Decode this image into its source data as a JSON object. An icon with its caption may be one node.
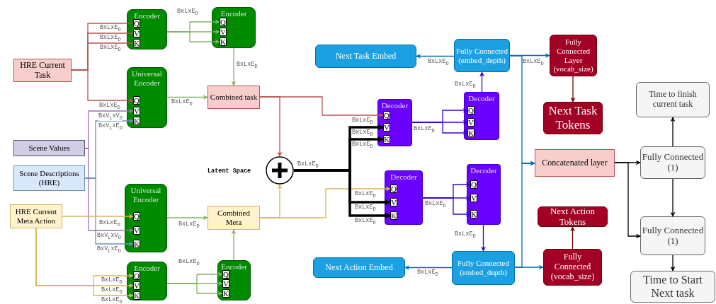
{
  "diagram": {
    "nodes": [
      {
        "text": [
          "HRE Current Task"
        ]
      },
      {
        "text": [
          "Encoder"
        ]
      },
      {
        "text": [
          "Q"
        ],
        "in": 1
      },
      {
        "text": [
          "V"
        ],
        "in": 1
      },
      {
        "text": [
          "K"
        ],
        "in": 1
      },
      {
        "text": [
          "Encoder"
        ]
      },
      {
        "text": [
          "Q"
        ],
        "in": 5
      },
      {
        "text": [
          "V"
        ],
        "in": 5
      },
      {
        "text": [
          "K"
        ],
        "in": 5
      },
      {
        "text": [
          "Universal Encoder"
        ]
      },
      {
        "text": [
          "Q"
        ],
        "in": 9
      },
      {
        "text": [
          "V"
        ],
        "in": 9
      },
      {
        "text": [
          "K"
        ],
        "in": 9
      },
      {
        "text": [
          "Combined task"
        ]
      },
      {
        "text": [
          "Scene Values"
        ]
      },
      {
        "text": [
          "Scene Descriptions (HRE)"
        ]
      },
      {
        "text": [
          "HRE Current Meta Action"
        ]
      },
      {
        "text": [
          "Universal Encoder"
        ]
      },
      {
        "text": [
          "Q"
        ],
        "in": 17
      },
      {
        "text": [
          "V"
        ],
        "in": 17
      },
      {
        "text": [
          "K"
        ],
        "in": 17
      },
      {
        "text": [
          "Combined Meta"
        ]
      },
      {
        "text": [
          "Encoder"
        ]
      },
      {
        "text": [
          "Q"
        ],
        "in": 22
      },
      {
        "text": [
          "V"
        ],
        "in": 22
      },
      {
        "text": [
          "K"
        ],
        "in": 22
      },
      {
        "text": [
          "Encoder"
        ]
      },
      {
        "text": [
          "Q"
        ],
        "in": 26
      },
      {
        "text": [
          "V"
        ],
        "in": 26
      },
      {
        "text": [
          "K"
        ],
        "in": 26
      },
      {
        "text": [],
        "shape": "circle",
        "beside": [
          "Latent Space"
        ]
      },
      {
        "text": [
          "Decoder"
        ]
      },
      {
        "text": [
          "Q"
        ],
        "in": 31
      },
      {
        "text": [
          "V"
        ],
        "in": 31
      },
      {
        "text": [
          "K"
        ],
        "in": 31
      },
      {
        "text": [
          "Decoder"
        ]
      },
      {
        "text": [
          "Q"
        ],
        "in": 35
      },
      {
        "text": [
          "V"
        ],
        "in": 35
      },
      {
        "text": [
          "K"
        ],
        "in": 35
      },
      {
        "text": [
          "Decoder"
        ]
      },
      {
        "text": [
          "Q"
        ],
        "in": 39
      },
      {
        "text": [
          "V"
        ],
        "in": 39
      },
      {
        "text": [
          "K"
        ],
        "in": 39
      },
      {
        "text": [
          "Decoder"
        ]
      },
      {
        "text": [
          "Q"
        ],
        "in": 43
      },
      {
        "text": [
          "V"
        ],
        "in": 43
      },
      {
        "text": [
          "K"
        ],
        "in": 43
      },
      {
        "text": [
          "Next Task Embed"
        ]
      },
      {
        "text": [
          "Fully Connected (embed_depth)"
        ]
      },
      {
        "text": [
          "Fully Connected Layer (vocab_size)"
        ]
      },
      {
        "text": [
          "Next Task Tokens"
        ]
      },
      {
        "text": [
          "Concatenated layer"
        ]
      },
      {
        "text": [
          "Time to finish current task"
        ]
      },
      {
        "text": [
          "Fully Connected (1)"
        ]
      },
      {
        "text": [
          "Fully Connected (1)"
        ]
      },
      {
        "text": [
          "Time to Start Next task"
        ]
      },
      {
        "text": [
          "Next Action Tokens"
        ]
      },
      {
        "text": [
          "Fully Connected (vocab_size)"
        ]
      },
      {
        "text": [
          "Fully Connected (embed_depth)"
        ]
      },
      {
        "text": [
          "Next Action Embed"
        ]
      }
    ],
    "edges": [
      {
        "from": 0,
        "to": 2,
        "arrow": "none",
        "label": "BxLxE$_{D}$",
        "color": "#b85450"
      },
      {
        "from": 0,
        "to": 3,
        "arrow": "none",
        "label": "BxLxE$_{D}$",
        "color": "#b85450"
      },
      {
        "from": 0,
        "to": 4,
        "arrow": "none",
        "label": "BxLxE$_{D}$",
        "color": "#b85450"
      },
      {
        "from": 0,
        "to": 10,
        "arrow": "to",
        "label": "BxLxE$_{D}$",
        "color": "#b85450"
      },
      {
        "from": 14,
        "to": 11,
        "arrow": "to",
        "label": "BxV$_{L}$xV$_{D}$",
        "color": "#9673a6"
      },
      {
        "from": 15,
        "to": 12,
        "arrow": "to",
        "label": "BxV$_{L}$xE$_{D}$",
        "color": "#6c8ebf"
      },
      {
        "from": 14,
        "to": 19,
        "arrow": "to",
        "label": "BxV$_{L}$xV$_{D}$",
        "color": "#9673a6"
      },
      {
        "from": 15,
        "to": 20,
        "arrow": "to",
        "label": "BxV$_{L}$xE$_{D}$",
        "color": "#6c8ebf"
      },
      {
        "from": 16,
        "to": 18,
        "arrow": "to",
        "label": "BxLxE$_{D}$",
        "color": "#d6b656"
      },
      {
        "from": 16,
        "to": 23,
        "arrow": "to",
        "label": "BxLxE$_{D}$",
        "color": "#d6b656"
      },
      {
        "from": 16,
        "to": 24,
        "arrow": "to",
        "label": "BxLxE$_{D}$",
        "color": "#d6b656"
      },
      {
        "from": 16,
        "to": 25,
        "arrow": "to",
        "label": "BxLxE$_{D}$",
        "color": "#d6b656"
      },
      {
        "from": 1,
        "to": 6,
        "arrow": "to",
        "label": "BxLxE$_{D}$",
        "color": "#82b366"
      },
      {
        "from": 1,
        "to": 7,
        "arrow": "to",
        "color": "#82b366"
      },
      {
        "from": 1,
        "to": 8,
        "arrow": "to",
        "color": "#82b366"
      },
      {
        "from": 5,
        "to": 13,
        "arrow": "to",
        "label": "BxLxE$_{D}$",
        "color": "#82b366"
      },
      {
        "from": 9,
        "to": 13,
        "arrow": "to",
        "label": "BxLxE$_{D}$",
        "color": "#82b366"
      },
      {
        "from": 17,
        "to": 21,
        "arrow": "to",
        "label": "BxLxE$_{D}$",
        "color": "#82b366"
      },
      {
        "from": 22,
        "to": 27,
        "arrow": "to",
        "label": "BxLxE$_{D}$",
        "color": "#82b366"
      },
      {
        "from": 22,
        "to": 28,
        "arrow": "to",
        "color": "#82b366"
      },
      {
        "from": 22,
        "to": 29,
        "arrow": "to",
        "color": "#82b366"
      },
      {
        "from": 26,
        "to": 21,
        "arrow": "to",
        "color": "#82b366"
      },
      {
        "from": 13,
        "to": 30,
        "arrow": "to",
        "color": "#b85450"
      },
      {
        "from": 13,
        "to": 32,
        "arrow": "to",
        "label": "BxLxE$_{D}$",
        "color": "#b85450"
      },
      {
        "from": 21,
        "to": 30,
        "arrow": "to",
        "color": "#d6b656"
      },
      {
        "from": 21,
        "to": 40,
        "arrow": "to",
        "label": "BxLxE$_{D}$",
        "color": "#d6b656"
      },
      {
        "from": 30,
        "to": 33,
        "arrow": "to",
        "label": "BxLxE$_{D}$",
        "style": "thick",
        "color": "#000000"
      },
      {
        "from": 30,
        "to": 34,
        "arrow": "to",
        "label": "BxLxE$_{D}$",
        "style": "thick",
        "color": "#000000"
      },
      {
        "from": 30,
        "to": 41,
        "arrow": "to",
        "label": "BxLxE$_{D}$",
        "style": "thick",
        "color": "#000000"
      },
      {
        "from": 30,
        "to": 42,
        "arrow": "to",
        "label": "BxLxE$_{D}$",
        "style": "thick",
        "color": "#000000"
      },
      {
        "from": 31,
        "to": 36,
        "arrow": "to",
        "label": "BxLxE$_{D}$",
        "color": "#3700cc"
      },
      {
        "from": 31,
        "to": 37,
        "arrow": "to",
        "color": "#3700cc"
      },
      {
        "from": 31,
        "to": 38,
        "arrow": "to",
        "color": "#3700cc"
      },
      {
        "from": 39,
        "to": 44,
        "arrow": "to",
        "label": "BxLxE$_{D}$",
        "color": "#3700cc"
      },
      {
        "from": 39,
        "to": 45,
        "arrow": "to",
        "color": "#3700cc"
      },
      {
        "from": 39,
        "to": 46,
        "arrow": "to",
        "color": "#3700cc"
      },
      {
        "from": 35,
        "to": 48,
        "arrow": "to",
        "label": "BxLxE$_{D}$",
        "color": "#3700cc"
      },
      {
        "from": 43,
        "to": 58,
        "arrow": "to",
        "label": "BxLxE$_{D}$",
        "color": "#3700cc"
      },
      {
        "from": 48,
        "to": 47,
        "arrow": "to",
        "label": "BxLxE$_{D}$",
        "color": "#006eaf"
      },
      {
        "from": 48,
        "to": 49,
        "arrow": "to",
        "label": "BxLxE$_{D}$",
        "color": "#006eaf"
      },
      {
        "from": 48,
        "to": 51,
        "arrow": "to",
        "color": "#006eaf"
      },
      {
        "from": 58,
        "to": 59,
        "arrow": "to",
        "label": "BxLxE$_{D}$",
        "color": "#006eaf"
      },
      {
        "from": 58,
        "to": 57,
        "arrow": "to",
        "color": "#006eaf"
      },
      {
        "from": 58,
        "to": 51,
        "arrow": "to",
        "color": "#006eaf"
      },
      {
        "from": 49,
        "to": 50,
        "arrow": "to",
        "color": "#6f0000"
      },
      {
        "from": 57,
        "to": 56,
        "arrow": "to",
        "color": "#6f0000"
      },
      {
        "from": 51,
        "to": 53,
        "arrow": "to",
        "color": "#000000"
      },
      {
        "from": 51,
        "to": 54,
        "arrow": "to",
        "color": "#000000"
      },
      {
        "from": 53,
        "to": 52,
        "arrow": "to",
        "color": "#000000"
      },
      {
        "from": 53,
        "to": 54,
        "arrow": "to",
        "color": "#000000"
      },
      {
        "from": 54,
        "to": 55,
        "arrow": "to",
        "color": "#000000"
      }
    ],
    "labels": [
      "BxLxE$_{D}$"
    ]
  }
}
